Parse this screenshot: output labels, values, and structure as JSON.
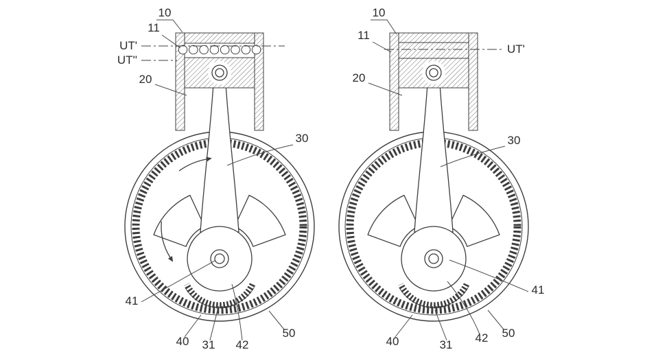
{
  "colors": {
    "background": "#ffffff",
    "line": "#3d3d3d",
    "label_text": "#2b2b2b"
  },
  "figures": {
    "left": {
      "labels": {
        "n10": "10",
        "n11": "11",
        "ut_top": "UT'",
        "ut_bottom": "UT''",
        "n20": "20",
        "n30": "30",
        "n40": "40",
        "n41": "41",
        "n31": "31",
        "n42": "42",
        "n50": "50"
      }
    },
    "right": {
      "labels": {
        "n10": "10",
        "n11": "11",
        "ut_top": "UT'",
        "n20": "20",
        "n30": "30",
        "n40": "40",
        "n41": "41",
        "n31": "31",
        "n42": "42",
        "n50": "50"
      }
    }
  }
}
